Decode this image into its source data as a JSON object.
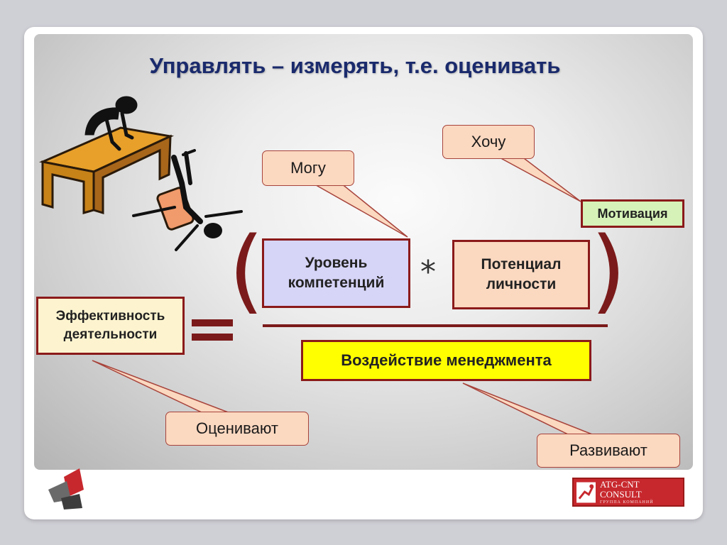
{
  "title": "Управлять – измерять, т.е. оценивать",
  "callouts": {
    "mogu": "Могу",
    "hochu": "Хочу",
    "otsenivayut": "Оценивают",
    "razvivayut": "Развивают"
  },
  "boxes": {
    "motivation": "Мотивация",
    "competence": "Уровень компетенций",
    "potential": "Потенциал личности",
    "efficiency": "Эффективность деятельности",
    "management": "Воздействие менеджмента"
  },
  "operators": {
    "multiply": "*",
    "equals": "=",
    "paren_open": "(",
    "paren_close": ")"
  },
  "brand": {
    "name": "ATG-CNT CONSULT",
    "subtitle": "ГРУППА КОМПАНИЙ"
  },
  "colors": {
    "title": "#1a2a6c",
    "callout_fill": "#fbd8c0",
    "box_border": "#8b1a1a",
    "competence_fill": "#d6d4f7",
    "motivation_fill": "#d6f2b8",
    "management_fill": "#ffff00",
    "efficiency_fill": "#fdf4cf"
  }
}
